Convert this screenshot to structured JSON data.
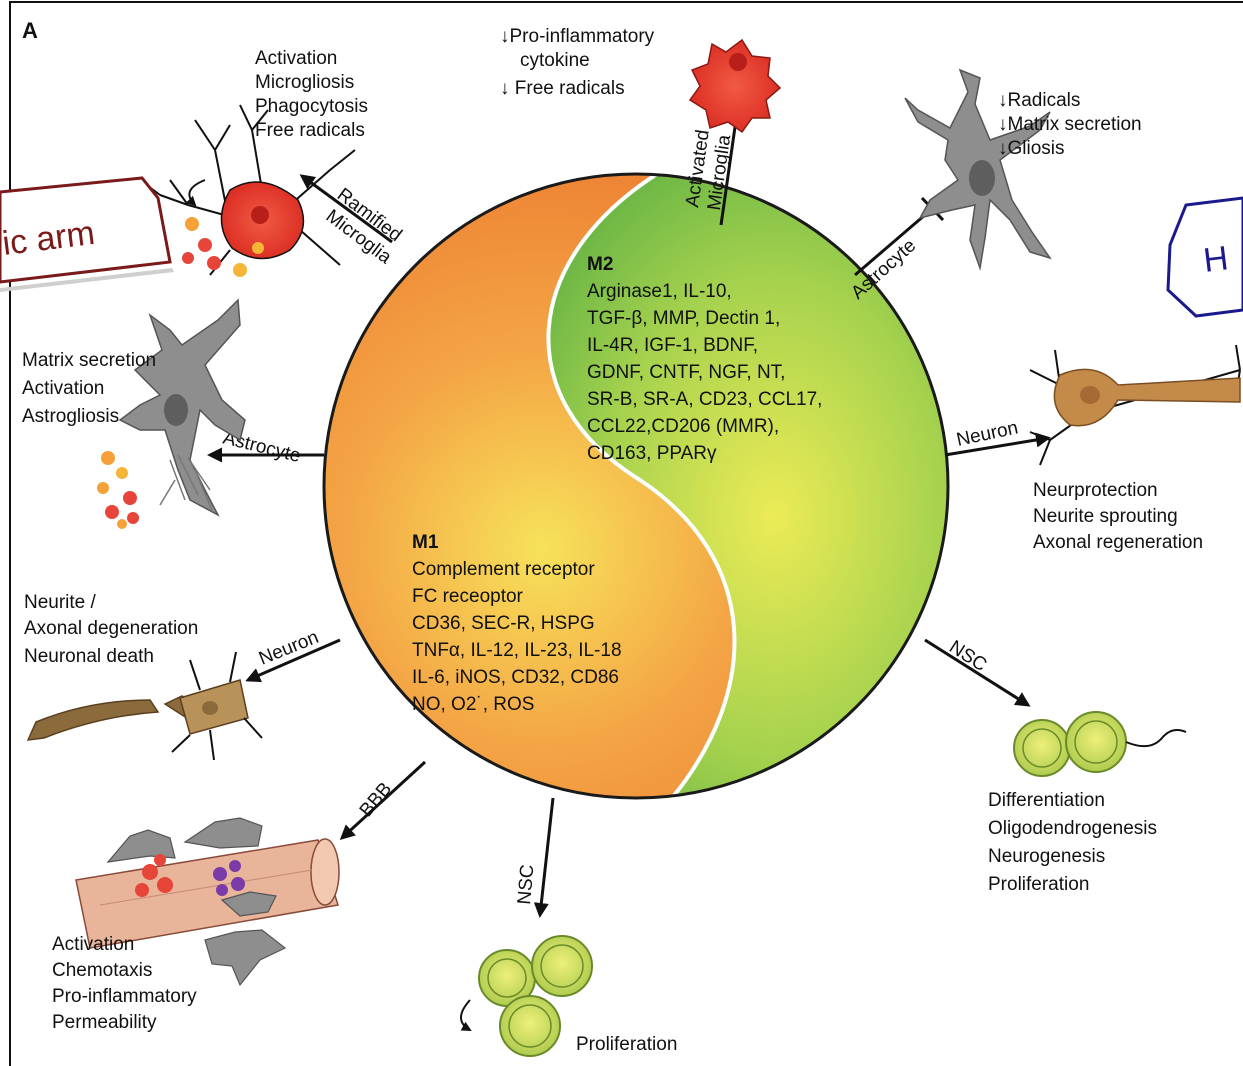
{
  "panel_label": "A",
  "center": {
    "m2": {
      "title": "M2",
      "lines": [
        "Arginase1, IL-10,",
        "TGF-β, MMP, Dectin 1,",
        "IL-4R, IGF-1, BDNF,",
        "GDNF, CNTF, NGF, NT,",
        "SR-B, SR-A, CD23, CCL17,",
        "CCL22,CD206 (MMR),",
        "CD163, PPARγ"
      ]
    },
    "m1": {
      "title": "M1",
      "lines": [
        "Complement receptor",
        "FC receoptor",
        "CD36, SEC-R, HSPG",
        "TNFα, IL-12, IL-23, IL-18",
        "IL-6, iNOS, CD32, CD86",
        "NO, O2˙, ROS"
      ]
    }
  },
  "arrows": {
    "ramified_microglia": [
      "Ramified",
      "Microglia"
    ],
    "activated_microglia": [
      "Activated",
      "Microglia"
    ],
    "astrocyte_right": "Astrocyte",
    "astrocyte_left": "Astrocyte",
    "neuron_right": "Neuron",
    "neuron_left": "Neuron",
    "nsc_right": "NSC",
    "nsc_bottom": "NSC",
    "bbb": "BBB"
  },
  "effects": {
    "top_left": [
      "Activation",
      "Microgliosis",
      "Phagocytosis",
      "Free radicals"
    ],
    "top_center": [
      "↓Pro-inflammatory",
      "cytokine",
      "↓ Free radicals"
    ],
    "top_right": [
      "↓Radicals",
      "↓Matrix secretion",
      "↓Gliosis"
    ],
    "left_upper": [
      "Matrix secretion",
      "Activation",
      "Astrogliosis"
    ],
    "right_middle": [
      "Neurprotection",
      "Neurite sprouting",
      "Axonal regeneration"
    ],
    "left_lower": [
      "Neurite /",
      "Axonal degeneration",
      "Neuronal death"
    ],
    "right_lower": [
      "Differentiation",
      "Oligodendrogenesis",
      "Neurogenesis",
      "Proliferation"
    ],
    "bottom_left": [
      "Activation",
      "Chemotaxis",
      "Pro-inflammatory",
      "Permeability"
    ],
    "bottom_center": [
      "Proliferation"
    ]
  },
  "overlays": {
    "left_box_text": "ic arm",
    "right_box_text": "H",
    "left_color": "#7a1a1a",
    "right_color": "#1a1a8c"
  },
  "colors": {
    "m1_orange": "#f08a3a",
    "m2_green": "#5bb848",
    "center_yellow": "#f2ec5a"
  }
}
